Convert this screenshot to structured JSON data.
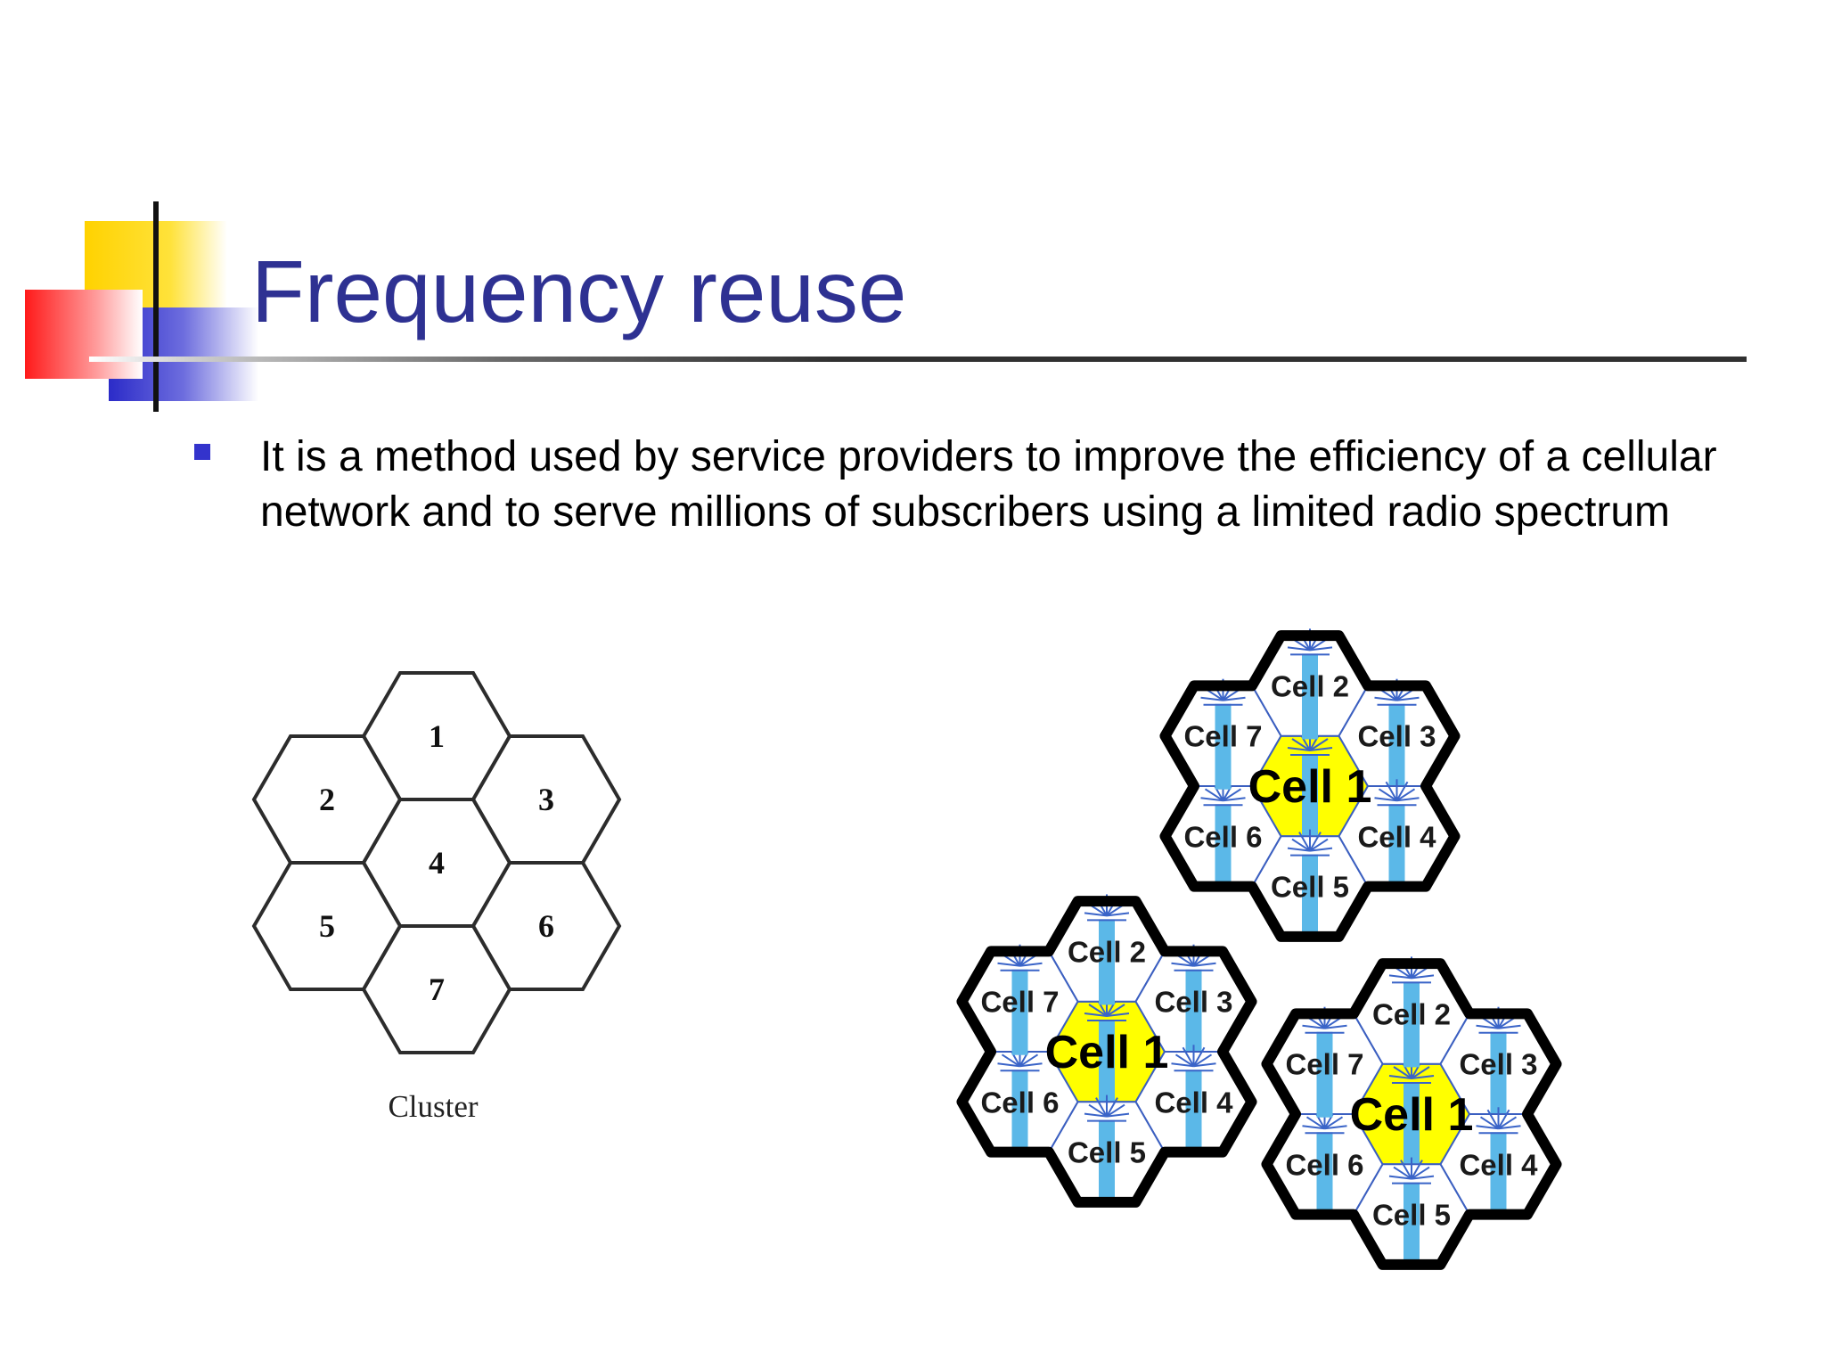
{
  "slide": {
    "title": "Frequency reuse",
    "bullet": "It is a method used by service providers to improve the efficiency of a cellular network and to serve millions of subscribers using a limited radio spectrum"
  },
  "cluster": {
    "cells": [
      "1",
      "2",
      "3",
      "4",
      "5",
      "6",
      "7"
    ],
    "caption": "Cluster"
  },
  "reuse_diagram": {
    "clusters": [
      {
        "center": "Cell 1",
        "cells": [
          "Cell 2",
          "Cell 3",
          "Cell 4",
          "Cell 5",
          "Cell 6",
          "Cell 7"
        ]
      },
      {
        "center": "Cell 1",
        "cells": [
          "Cell 2",
          "Cell 3",
          "Cell 4",
          "Cell 5",
          "Cell 6",
          "Cell 7"
        ]
      },
      {
        "center": "Cell 1",
        "cells": [
          "Cell 2",
          "Cell 3",
          "Cell 4",
          "Cell 5",
          "Cell 6",
          "Cell 7"
        ]
      }
    ]
  },
  "colors": {
    "title": "#2e3192",
    "bullet": "#3333cc",
    "center_cell": "#ffff00",
    "tower": "#5bb8e8",
    "cell_border": "#3b5fc0"
  }
}
